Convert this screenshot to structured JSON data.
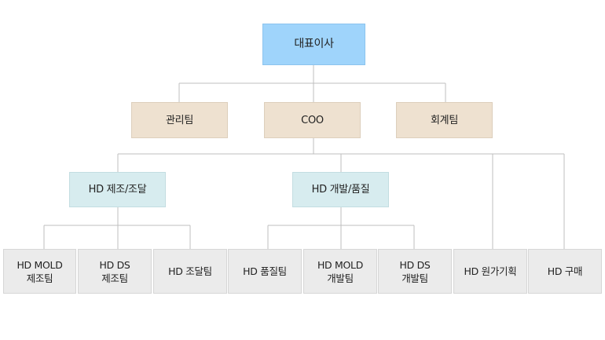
{
  "org_chart": {
    "ceo": "대표이사",
    "level1": [
      "관리팀",
      "COO",
      "회계팀"
    ],
    "level2": [
      "HD 제조/조달",
      "HD 개발/품질"
    ],
    "teams": [
      "HD MOLD\n제조팀",
      "HD DS\n제조팀",
      "HD 조달팀",
      "HD 품질팀",
      "HD MOLD\n개발팀",
      "HD DS\n개발팀",
      "HD 원가기획",
      "HD 구매"
    ]
  },
  "colors": {
    "ceo_fill": "#9fd4fb",
    "level1_fill": "#eee1d0",
    "level2_fill": "#d7ecef",
    "team_fill": "#ebebeb",
    "connector": "#bfbfbf"
  }
}
